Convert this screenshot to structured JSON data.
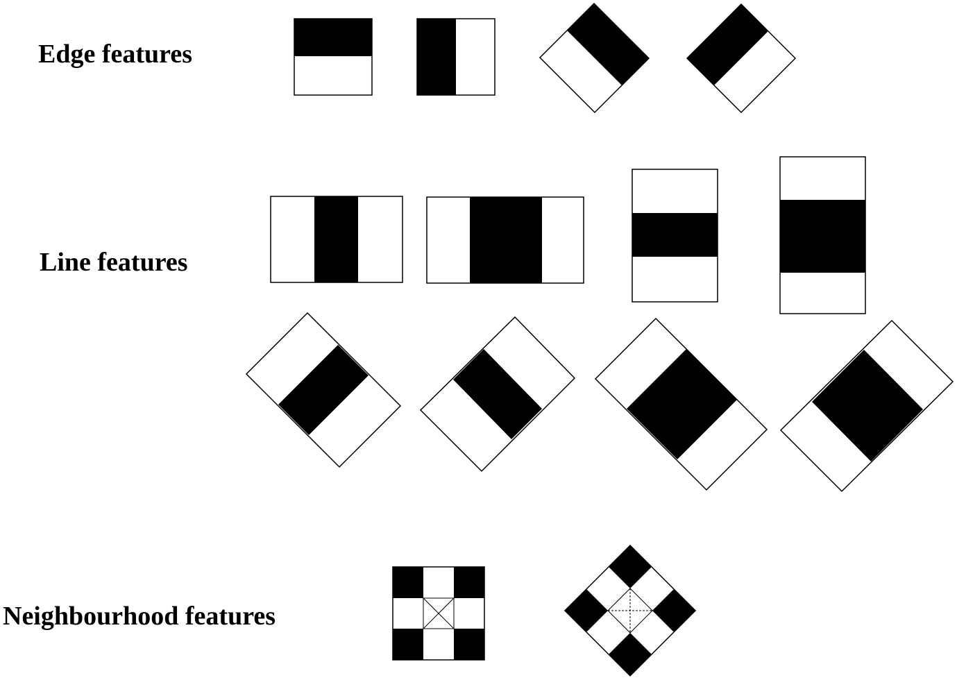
{
  "labels": {
    "edge": "Edge features",
    "line": "Line features",
    "neighbourhood": "Neighbourhood features"
  },
  "colors": {
    "fill_dark": "#000000",
    "fill_light": "#ffffff",
    "stroke": "#000000"
  }
}
